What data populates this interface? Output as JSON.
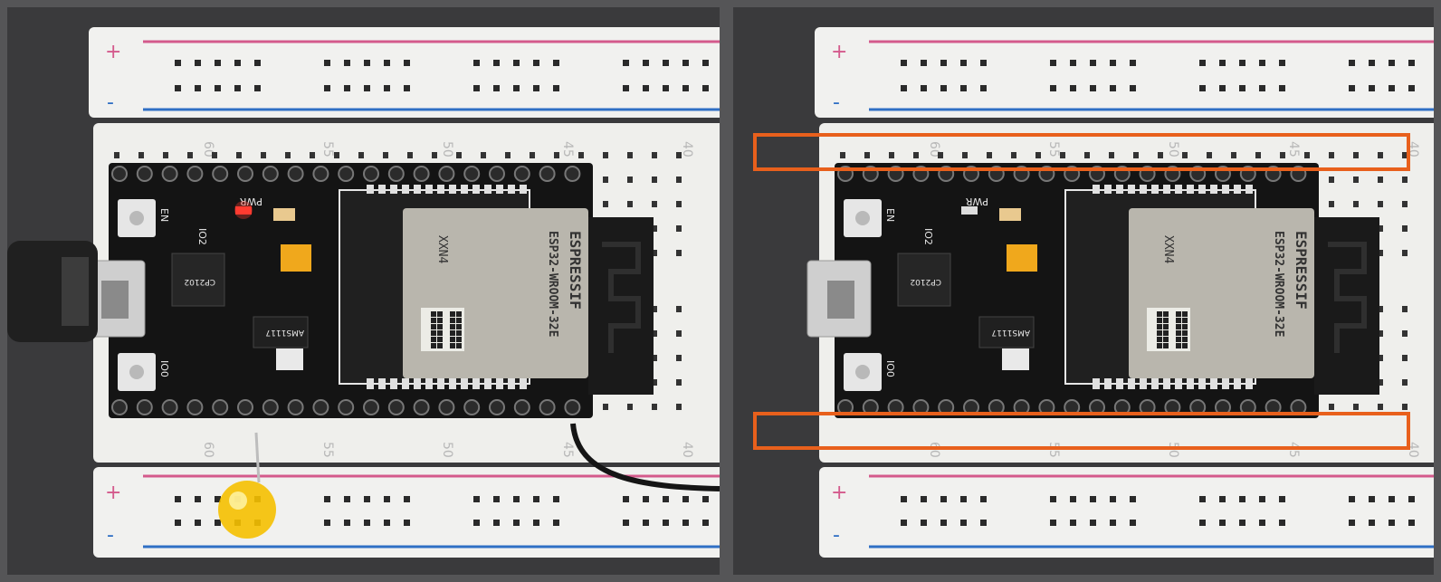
{
  "panels": [
    {
      "id": "left",
      "rail_plus": "+",
      "rail_minus": "-",
      "top_numbers": [
        "60",
        "55",
        "50",
        "45",
        "40"
      ],
      "bottom_numbers": [
        "60",
        "55",
        "50",
        "45",
        "40"
      ],
      "silk": {
        "pwr": "PWR",
        "io2": "IO2",
        "en": "EN",
        "io0": "IO0"
      },
      "module": {
        "brand": "ESPRESSIF",
        "model": "ESP32-WROOM-32E",
        "variant": "XXN4"
      },
      "regulator": "AMS1117",
      "usb_chip": "CP2102",
      "led_color": "#f5c000",
      "pwr_led_on": true,
      "highlight": false
    },
    {
      "id": "right",
      "rail_plus": "+",
      "rail_minus": "-",
      "top_numbers": [
        "60",
        "55",
        "50",
        "45",
        "40"
      ],
      "bottom_numbers": [
        "60",
        "55",
        "50",
        "45",
        "40"
      ],
      "silk": {
        "pwr": "PWR",
        "io2": "IO2",
        "en": "EN",
        "io0": "IO0"
      },
      "module": {
        "brand": "ESPRESSIF",
        "model": "ESP32-WROOM-32E",
        "variant": "XXN4"
      },
      "regulator": "AMS1117",
      "usb_chip": "CP2102",
      "pwr_led_on": false,
      "highlight": true,
      "highlight_color": "#e8601c"
    }
  ]
}
